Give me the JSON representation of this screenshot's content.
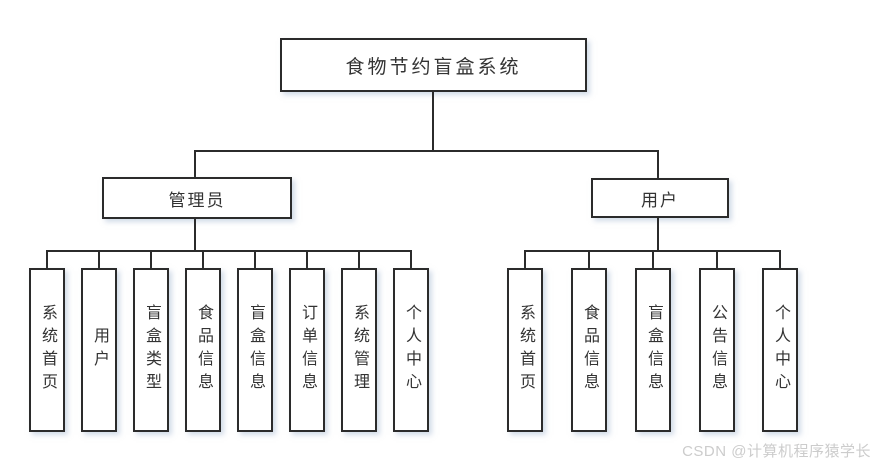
{
  "diagram": {
    "root": {
      "label": "食物节约盲盒系统"
    },
    "branches": [
      {
        "label": "管理员",
        "children": [
          "系统首页",
          "用户",
          "盲盒类型",
          "食品信息",
          "盲盒信息",
          "订单信息",
          "系统管理",
          "个人中心"
        ]
      },
      {
        "label": "用户",
        "children": [
          "系统首页",
          "食品信息",
          "盲盒信息",
          "公告信息",
          "个人中心"
        ]
      }
    ]
  },
  "watermark": {
    "text": "CSDN @计算机程序猿学长"
  },
  "colors": {
    "line": "#2b2b2b",
    "text": "#333333",
    "background": "#ffffff",
    "watermark": "#cccccc"
  }
}
